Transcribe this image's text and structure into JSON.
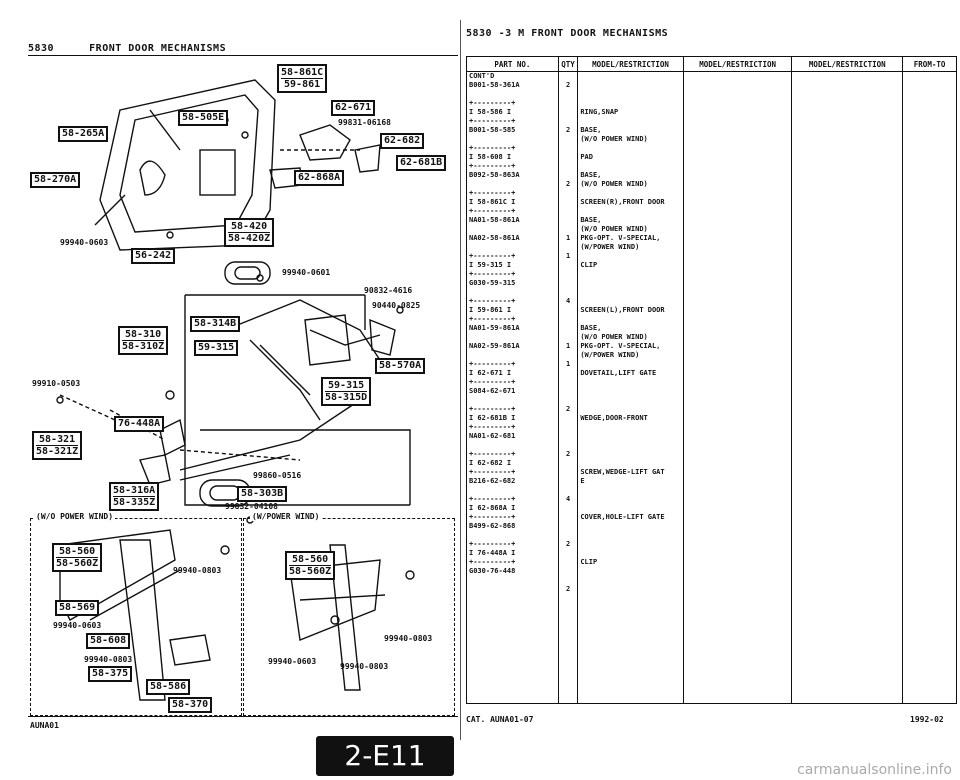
{
  "left_header": {
    "code": "5830",
    "title": "FRONT DOOR MECHANISMS"
  },
  "right_header": {
    "title": "5830 -3 M FRONT DOOR MECHANISMS"
  },
  "diagram": {
    "callouts_single": [
      {
        "id": "c1",
        "label": "58-265A"
      },
      {
        "id": "c2",
        "label": "58-270A"
      },
      {
        "id": "c3",
        "label": "58-505E"
      },
      {
        "id": "c4",
        "label": "62-671"
      },
      {
        "id": "c5",
        "label": "62-682"
      },
      {
        "id": "c6",
        "label": "62-681B"
      },
      {
        "id": "c7",
        "label": "62-868A"
      },
      {
        "id": "c8",
        "label": "56-242"
      },
      {
        "id": "c9",
        "label": "58-314B"
      },
      {
        "id": "c10",
        "label": "59-315"
      },
      {
        "id": "c11",
        "label": "58-570A"
      },
      {
        "id": "c12",
        "label": "76-448A"
      },
      {
        "id": "c13",
        "label": "58-303B"
      },
      {
        "id": "c14",
        "label": "58-569"
      },
      {
        "id": "c15",
        "label": "58-608"
      },
      {
        "id": "c16",
        "label": "58-375"
      },
      {
        "id": "c17",
        "label": "58-586"
      },
      {
        "id": "c18",
        "label": "58-370"
      }
    ],
    "callouts_double": [
      {
        "id": "d1",
        "a": "58-861C",
        "b": "59-861"
      },
      {
        "id": "d2",
        "a": "58-420",
        "b": "58-420Z"
      },
      {
        "id": "d3",
        "a": "58-310",
        "b": "58-310Z"
      },
      {
        "id": "d4",
        "a": "59-315",
        "b": "58-315D"
      },
      {
        "id": "d5",
        "a": "58-321",
        "b": "58-321Z"
      },
      {
        "id": "d6",
        "a": "58-316A",
        "b": "58-335Z"
      },
      {
        "id": "d7",
        "a": "58-560",
        "b": "58-560Z"
      },
      {
        "id": "d8",
        "a": "58-560",
        "b": "58-560Z"
      }
    ],
    "part_numbers": [
      {
        "id": "p1",
        "label": "99831-06168"
      },
      {
        "id": "p2",
        "label": "99940-0603"
      },
      {
        "id": "p3",
        "label": "99940-0601"
      },
      {
        "id": "p4",
        "label": "90832-4616"
      },
      {
        "id": "p5",
        "label": "90440-0825"
      },
      {
        "id": "p6",
        "label": "99910-0503"
      },
      {
        "id": "p7",
        "label": "99860-0516"
      },
      {
        "id": "p8",
        "label": "99832-04108"
      },
      {
        "id": "p9",
        "label": "99940-0803"
      },
      {
        "id": "p10",
        "label": "99940-0603"
      },
      {
        "id": "p11",
        "label": "99940-0803"
      },
      {
        "id": "p12",
        "label": "99940-0803"
      },
      {
        "id": "p13",
        "label": "99940-0603"
      },
      {
        "id": "p14",
        "label": "99940-0803"
      }
    ],
    "inset_left_label": "(W/O POWER WIND)",
    "inset_right_label": "(W/POWER WIND)"
  },
  "table": {
    "headers": [
      "PART NO.",
      "QTY",
      "MODEL/RESTRICTION",
      "MODEL/RESTRICTION",
      "MODEL/RESTRICTION",
      "FROM-TO"
    ],
    "part_lines": [
      "CONT'D",
      "B001-58-361A",
      "",
      "+---------+",
      "I 58-586  I",
      "+---------+",
      "B001-58-585",
      "",
      "+---------+",
      "I 58-608  I",
      "+---------+",
      "B092-58-863A",
      "",
      "+---------+",
      "I 58-861C I",
      "+---------+",
      "NA01-58-861A",
      "",
      "NA02-58-861A",
      "",
      "+---------+",
      "I 59-315  I",
      "+---------+",
      "G030-59-315",
      "",
      "+---------+",
      "I 59-861  I",
      "+---------+",
      "NA01-59-861A",
      "",
      "NA02-59-861A",
      "",
      "+---------+",
      "I 62-671  I",
      "+---------+",
      "S084-62-671",
      "",
      "+---------+",
      "I 62-681B I",
      "+---------+",
      "NA01-62-681",
      "",
      "+---------+",
      "I 62-682  I",
      "+---------+",
      "B216-62-682",
      "",
      "+---------+",
      "I 62-868A I",
      "+---------+",
      "B499-62-868",
      "",
      "+---------+",
      "I 76-448A I",
      "+---------+",
      "G030-76-448"
    ],
    "qty_lines": [
      "",
      "2",
      "",
      "",
      "",
      "",
      "2",
      "",
      "",
      "",
      "",
      "",
      "2",
      "",
      "",
      "",
      "",
      "",
      "1",
      "",
      "1",
      "",
      "",
      "",
      "",
      "4",
      "",
      "",
      "",
      "",
      "1",
      "",
      "1",
      "",
      "",
      "",
      "",
      "2",
      "",
      "",
      "",
      "",
      "2",
      "",
      "",
      "",
      "",
      "4",
      "",
      "",
      "",
      "",
      "2",
      "",
      "",
      "",
      "",
      "2"
    ],
    "desc_lines": [
      "",
      "",
      "",
      "",
      "RING,SNAP",
      "",
      "BASE,",
      "(W/O POWER WIND)",
      "",
      "PAD",
      "",
      "BASE,",
      "(W/O POWER WIND)",
      "",
      "SCREEN(R),FRONT DOOR",
      "",
      "BASE,",
      "(W/O POWER WIND)",
      "PKG-OPT. V-SPECIAL,",
      "(W/POWER WIND)",
      "",
      "CLIP",
      "",
      "",
      "",
      "",
      "SCREEN(L),FRONT DOOR",
      "",
      "BASE,",
      "(W/O POWER WIND)",
      "PKG-OPT. V-SPECIAL,",
      "(W/POWER WIND)",
      "",
      "DOVETAIL,LIFT GATE",
      "",
      "",
      "",
      "",
      "WEDGE,DOOR-FRONT",
      "",
      "",
      "",
      "",
      "",
      "SCREW,WEDGE-LIFT GAT",
      "E",
      "",
      "",
      "",
      "COVER,HOLE-LIFT GATE",
      "",
      "",
      "",
      "",
      "CLIP",
      "",
      ""
    ]
  },
  "footer": {
    "left_code": "AUNA01",
    "cat_code": "CAT. AUNA01-07",
    "date": "1992-02",
    "page_badge": "2-E11",
    "watermark": "carmanualsonline.info"
  }
}
